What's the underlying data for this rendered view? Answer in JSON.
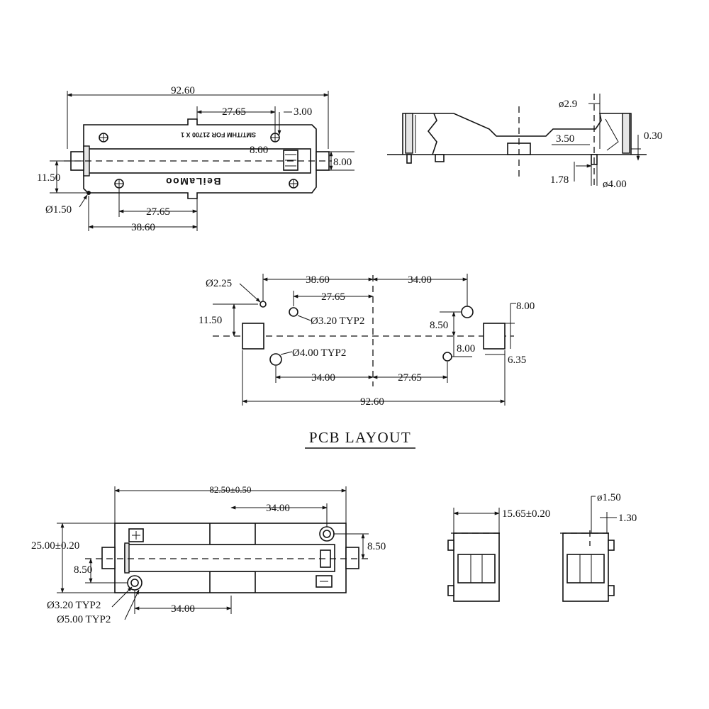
{
  "top_view": {
    "overall_length": "92.60",
    "dim_27_65_top": "27.65",
    "dim_3_00": "3.00",
    "dim_8_00_inner": "8.00",
    "dim_8_00_right": "8.00",
    "dim_11_50": "11.50",
    "hole_dia": "Ø1.50",
    "dim_27_65_bottom": "27.65",
    "dim_38_60": "38.60",
    "marking": "SMT/THM FOR 21700 X 1",
    "brand": "BeiLaMoo"
  },
  "side_view": {
    "dia_2_9": "ø2.9",
    "dim_3_50": "3.50",
    "dim_0_30": "0.30",
    "dim_1_78": "1.78",
    "dia_4_00": "ø4.00"
  },
  "pcb_layout": {
    "dia_2_25": "Ø2.25",
    "dim_38_60": "38.60",
    "dim_34_00_top": "34.00",
    "dim_27_65_top": "27.65",
    "hole_3_20": "Ø3.20 TYP2",
    "dim_11_50": "11.50",
    "dim_8_50": "8.50",
    "dim_8_00_top": "8.00",
    "dim_8_00_mid": "8.00",
    "dim_6_35": "6.35",
    "hole_4_00": "Ø4.00 TYP2",
    "dim_34_00_bottom": "34.00",
    "dim_27_65_bottom": "27.65",
    "dim_92_60": "92.60",
    "title": "PCB LAYOUT"
  },
  "bottom_view": {
    "dim_82_50": "82.50±0.50",
    "dim_34_00_top": "34.00",
    "dim_25_00": "25.00±0.20",
    "dim_8_50_left": "8.50",
    "dim_8_50_right": "8.50",
    "hole_3_20": "Ø3.20 TYP2",
    "hole_5_00": "Ø5.00 TYP2",
    "dim_34_00_bottom": "34.00"
  },
  "end_views": {
    "dim_15_65": "15.65±0.20",
    "dia_1_50": "ø1.50",
    "dim_1_30": "1.30"
  }
}
